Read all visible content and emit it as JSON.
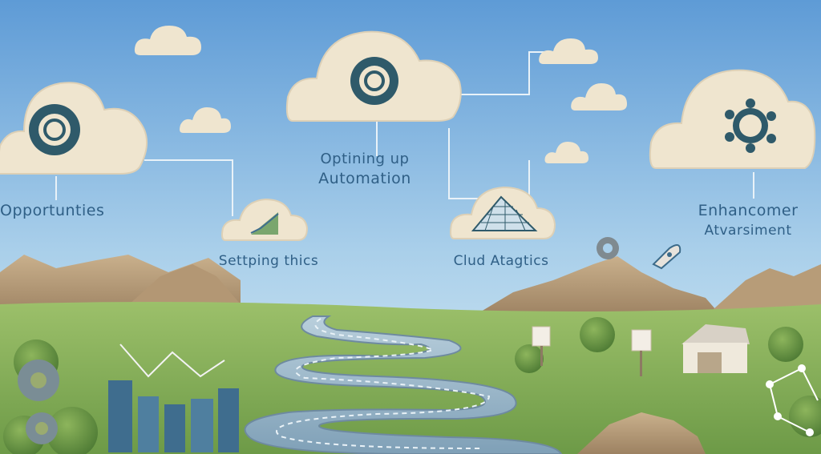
{
  "labels": {
    "opportunities": "Opportunties",
    "optimizing_line1": "Optining up",
    "optimizing_line2": "Automation",
    "setting": "Settping thics",
    "cloud_analytics": "Clud Atagtics",
    "enhancement_line1": "Enhancomer",
    "enhancement_line2": "Atvarsiment"
  },
  "icons": {
    "left_cloud": "gear-icon",
    "center_cloud": "gear-icon",
    "right_cloud": "rocket-hub-icon",
    "small_left_cloud": "growth-chart-icon",
    "small_right_cloud": "grid-graph-icon"
  },
  "colors": {
    "sky_top": "#5e9bd6",
    "sky_bottom": "#cfe6f3",
    "cloud": "#efe5cf",
    "icon": "#2f5a6a",
    "grass": "#7fa956",
    "hill": "#b79c78",
    "road": "#9fb7c9",
    "text": "#2f5f86"
  }
}
